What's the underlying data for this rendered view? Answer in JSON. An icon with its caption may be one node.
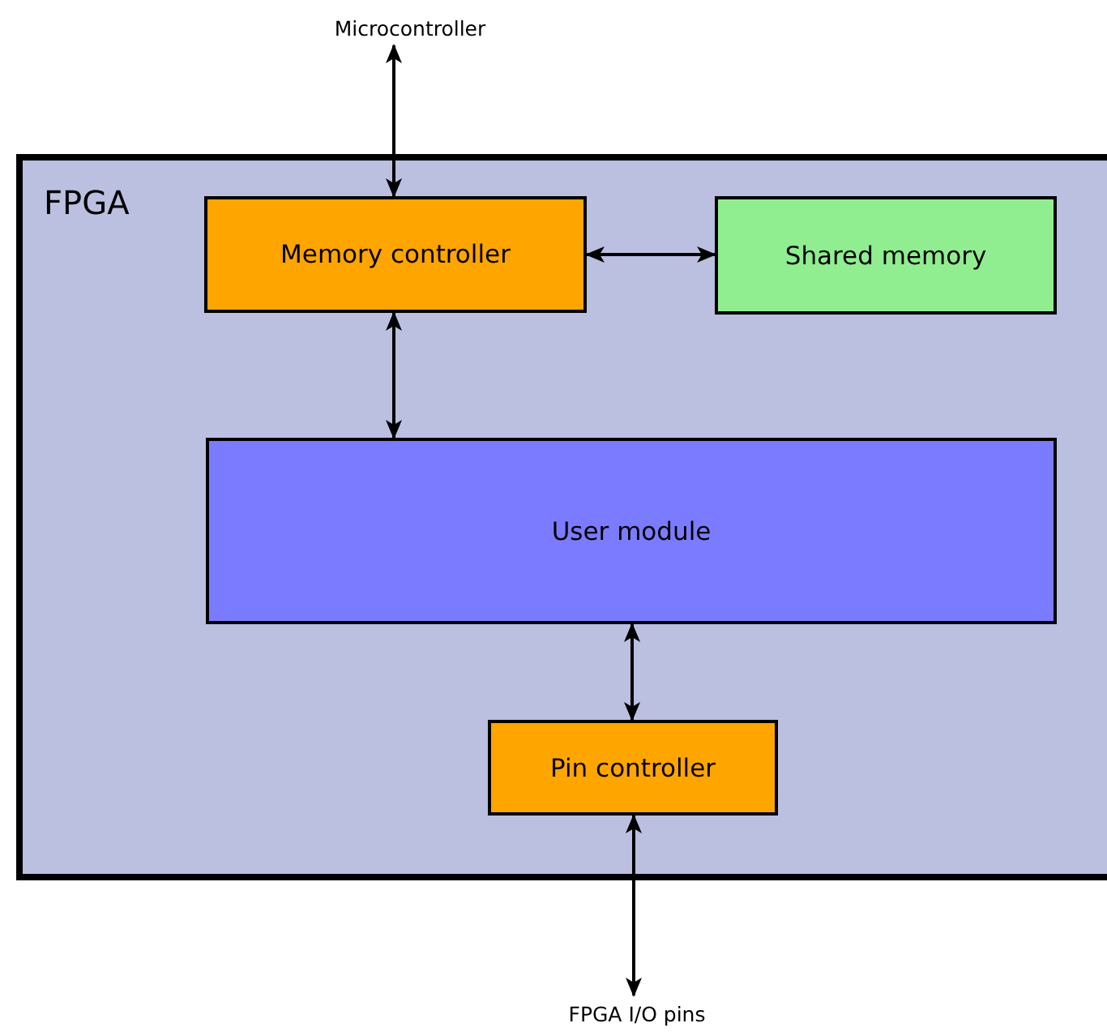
{
  "diagram": {
    "nodes": [
      {
        "text": [
          "Microcontroller"
        ]
      },
      {
        "text": [
          "FPGA"
        ]
      },
      {
        "text": [
          "Memory controller"
        ],
        "in": 1
      },
      {
        "text": [
          "Shared memory"
        ],
        "in": 1
      },
      {
        "text": [
          "User module"
        ],
        "in": 1
      },
      {
        "text": [
          "Pin controller"
        ],
        "in": 1
      },
      {
        "text": [
          "FPGA I/O pins"
        ]
      }
    ],
    "edges": [
      {
        "from": 0,
        "to": 2,
        "arrow": "both"
      },
      {
        "from": 2,
        "to": 3,
        "arrow": "both"
      },
      {
        "from": 2,
        "to": 4,
        "arrow": "both"
      },
      {
        "from": 4,
        "to": 5,
        "arrow": "both"
      },
      {
        "from": 5,
        "to": 6,
        "arrow": "both"
      }
    ]
  }
}
